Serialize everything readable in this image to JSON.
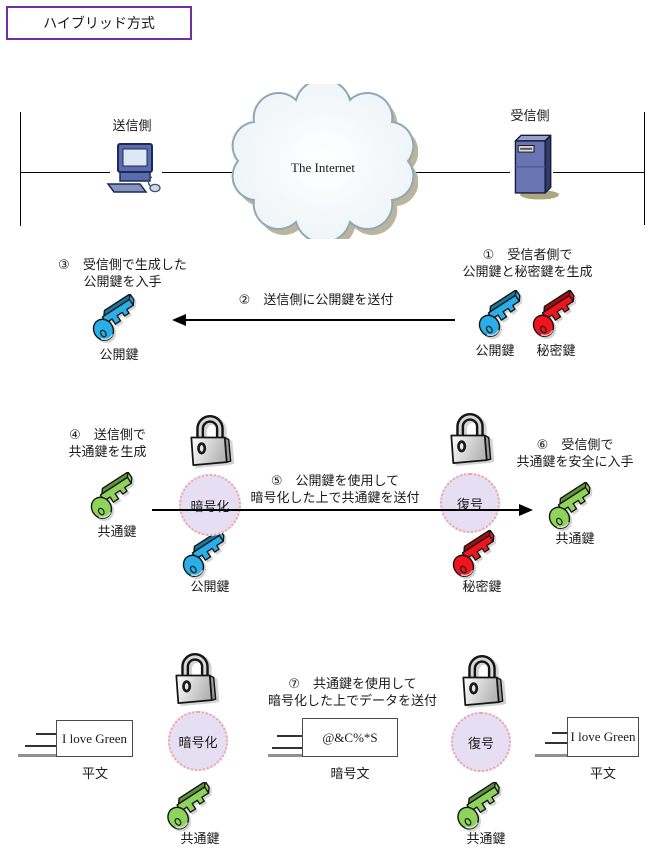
{
  "title": "ハイブリッド方式",
  "colors": {
    "title_border": "#7030A0",
    "public_key": "#29AEE8",
    "secret_key": "#F0141E",
    "common_key": "#8FD45A",
    "process_circle_fill": "#E6DFF3",
    "process_circle_border": "#F2A2A2"
  },
  "network": {
    "sender": "送信側",
    "receiver": "受信側",
    "internet": "The Internet"
  },
  "labels": {
    "public_key": "公開鍵",
    "secret_key": "秘密鍵",
    "common_key": "共通鍵",
    "encrypt": "暗号化",
    "decrypt": "復号",
    "plaintext": "平文",
    "ciphertext": "暗号文"
  },
  "documents": {
    "plain_text": "I love Green",
    "cipher_text": "@&C%*S"
  },
  "steps": {
    "s1_line1": "①　受信者側で",
    "s1_line2": "公開鍵と秘密鍵を生成",
    "s2": "②　送信側に公開鍵を送付",
    "s3_line1": "③　受信側で生成した",
    "s3_line2": "公開鍵を入手",
    "s4_line1": "④　送信側で",
    "s4_line2": "共通鍵を生成",
    "s5_line1": "⑤　公開鍵を使用して",
    "s5_line2": "暗号化した上で共通鍵を送付",
    "s6_line1": "⑥　受信側で",
    "s6_line2": "共通鍵を安全に入手",
    "s7_line1": "⑦　共通鍵を使用して",
    "s7_line2": "暗号化した上でデータを送付"
  }
}
